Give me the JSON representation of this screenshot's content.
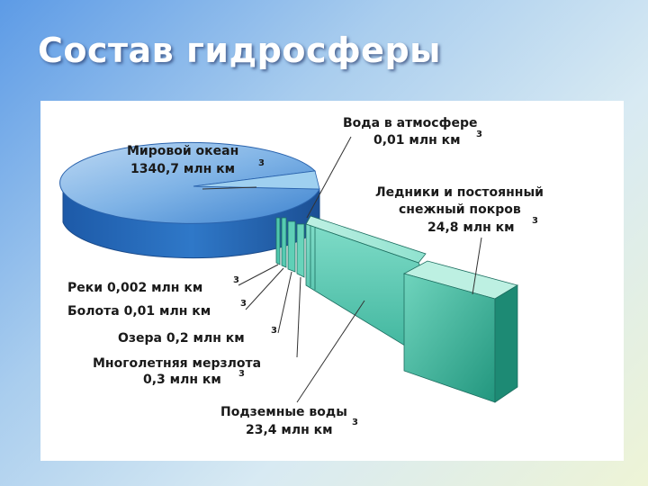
{
  "slide": {
    "title": "Состав гидросферы"
  },
  "labels": {
    "ocean": {
      "line1": "Мировой океан",
      "line2": "1340,7 млн км",
      "sup": "3"
    },
    "atmosphere": {
      "line1": "Вода в атмосфере",
      "line2": "0,01 млн км",
      "sup": "3"
    },
    "glaciers": {
      "line1": "Ледники и постоянный",
      "line2": "снежный покров",
      "line3": "24,8 млн км",
      "sup": "3"
    },
    "rivers": {
      "line1": "Реки 0,002 млн км",
      "sup": "3"
    },
    "swamps": {
      "line1": "Болота 0,01 млн км",
      "sup": "3"
    },
    "lakes": {
      "line1": "Озера 0,2 млн км",
      "sup": "3"
    },
    "permafrost": {
      "line1": "Многолетняя мерзлота",
      "line2": "0,3 млн км",
      "sup": "3"
    },
    "groundwater": {
      "line1": "Подземные воды",
      "line2": "23,4 млн км",
      "sup": "3"
    }
  },
  "colors": {
    "ocean": "#4a8fd6",
    "segments": "#3fb8a2"
  }
}
